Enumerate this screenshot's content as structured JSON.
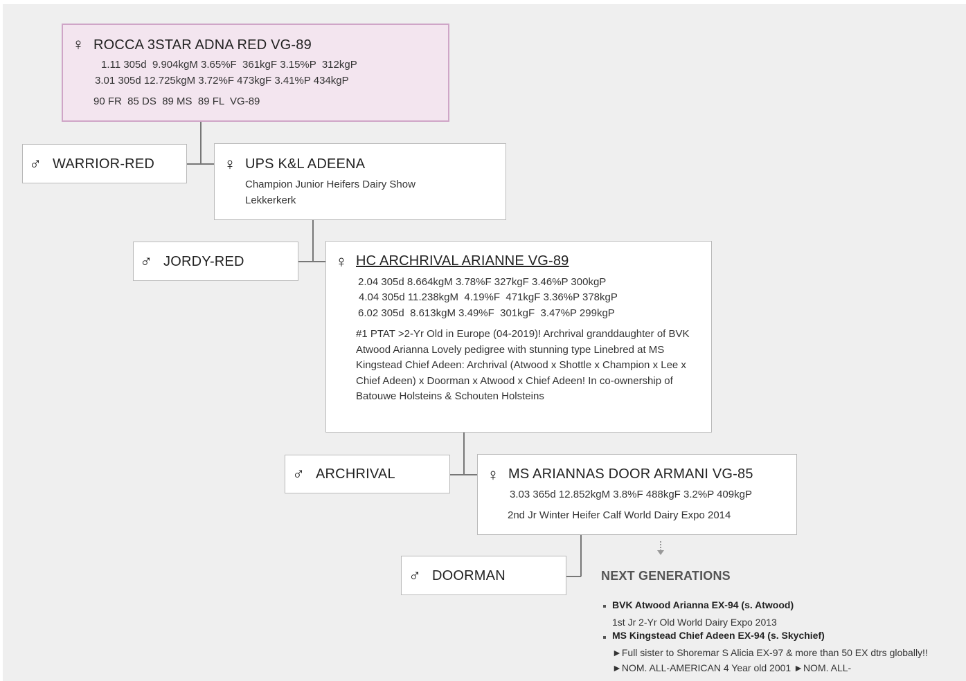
{
  "colors": {
    "background": "#efefef",
    "main_box": "#f3e5ef",
    "main_border": "#cfa5c7",
    "line": "#777777"
  },
  "symbols": {
    "female": "♀",
    "male": "♂"
  },
  "main": {
    "name": "ROCCA 3STAR ADNA RED VG-89",
    "records": [
      "1.11 305d  9.904kgM 3.65%F  361kgF 3.15%P  312kgP",
      "3.01 305d 12.725kgM 3.72%F 473kgF 3.41%P 434kgP"
    ],
    "scores": "90 FR  85 DS  89 MS  89 FL  VG-89"
  },
  "sire1": {
    "name": "WARRIOR-RED"
  },
  "dam1": {
    "name": "UPS K&L ADEENA",
    "note": "Champion Junior Heifers Dairy Show Lekkerkerk"
  },
  "sire2": {
    "name": "JORDY-RED"
  },
  "dam2": {
    "name": "HC ARCHRIVAL ARIANNE VG-89",
    "records": [
      "2.04 305d 8.664kgM 3.78%F 327kgF 3.46%P 300kgP",
      "4.04 305d 11.238kgM  4.19%F  471kgF 3.36%P 378kgP",
      "6.02 305d  8.613kgM 3.49%F  301kgF  3.47%P 299kgP"
    ],
    "note": "#1 PTAT >2-Yr Old in Europe (04-2019)! Archrival granddaughter of BVK Atwood Arianna Lovely pedigree with stunning type Linebred at MS Kingstead Chief Adeen: Archrival (Atwood x Shottle x Champion x Lee x Chief Adeen) x Doorman x Atwood x Chief Adeen! In co-ownership of Batouwe Holsteins & Schouten Holsteins"
  },
  "sire3": {
    "name": "ARCHRIVAL"
  },
  "dam3": {
    "name": "MS ARIANNAS DOOR ARMANI VG-85",
    "record": "3.03 365d 12.852kgM 3.8%F 488kgF 3.2%P 409kgP",
    "note": "2nd Jr Winter Heifer Calf World Dairy Expo 2014"
  },
  "sire4": {
    "name": "DOORMAN"
  },
  "next_generations": {
    "title": "NEXT GENERATIONS",
    "items": [
      {
        "name": "BVK Atwood Arianna EX-94 (s. Atwood)",
        "desc": "1st Jr 2-Yr Old World Dairy Expo 2013"
      },
      {
        "name": "MS Kingstead Chief Adeen EX-94 (s. Skychief)",
        "desc": "►Full sister to Shoremar S Alicia EX-97 & more than 50 EX dtrs globally!! ►NOM. ALL-AMERICAN 4 Year old 2001 ►NOM. ALL-"
      }
    ]
  }
}
